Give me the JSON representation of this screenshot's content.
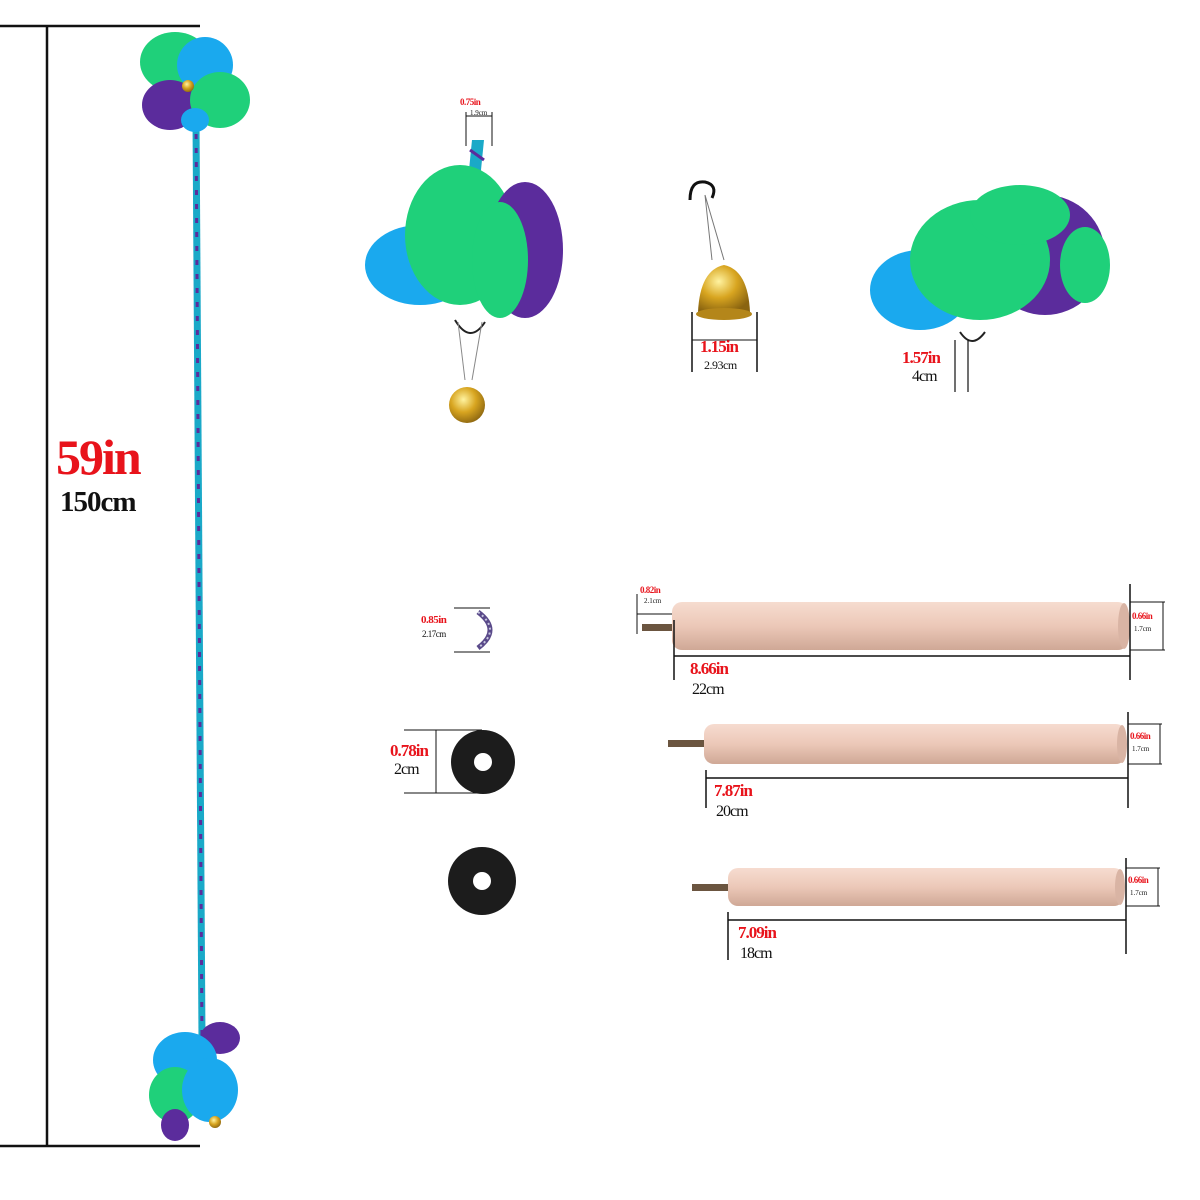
{
  "colors": {
    "accent": "#e8131b",
    "text": "#111111",
    "yarn_green": "#1fd07a",
    "yarn_blue": "#1aa9ee",
    "yarn_purple": "#5b2c9c",
    "wood": "#ecc8b8",
    "bell": "#d8a520",
    "washer": "#1c1c1c"
  },
  "main_rope": {
    "length_in": "59in",
    "length_cm": "150cm"
  },
  "pompom_top": {
    "loop_in": "0.75in",
    "loop_cm": "1.9cm"
  },
  "bell": {
    "width_in": "1.15in",
    "width_cm": "2.93cm"
  },
  "pompom_right": {
    "hang_in": "1.57in",
    "hang_cm": "4cm"
  },
  "hook": {
    "size_in": "0.85in",
    "size_cm": "2.17cm"
  },
  "washer": {
    "size_in": "0.78in",
    "size_cm": "2cm"
  },
  "perch_1": {
    "length_in": "8.66in",
    "length_cm": "22cm",
    "dia_in": "0.66in",
    "dia_cm": "1.7cm",
    "bolt_in": "0.82in",
    "bolt_cm": "2.1cm"
  },
  "perch_2": {
    "length_in": "7.87in",
    "length_cm": "20cm",
    "dia_in": "0.66in",
    "dia_cm": "1.7cm"
  },
  "perch_3": {
    "length_in": "7.09in",
    "length_cm": "18cm",
    "dia_in": "0.66in",
    "dia_cm": "1.7cm"
  }
}
